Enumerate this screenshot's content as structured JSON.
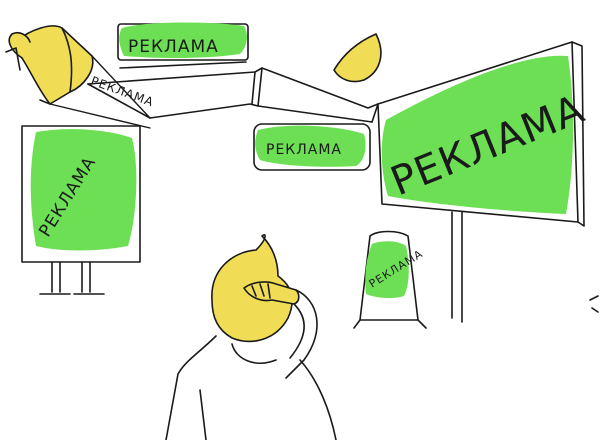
{
  "illustration": {
    "ad_word": "РЕКЛАМА",
    "colors": {
      "ad_green": "#6ddf55",
      "accent_yellow": "#f0dd55",
      "ink": "#1a1a1a",
      "background": "#ffffff"
    },
    "icons": [
      "megaphone-icon",
      "person-head",
      "phone-icon",
      "billboard"
    ]
  }
}
